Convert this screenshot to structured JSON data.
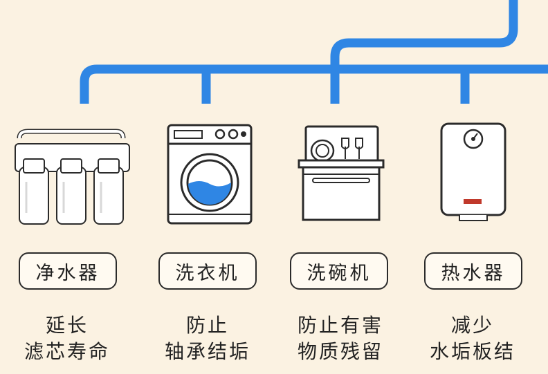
{
  "colors": {
    "pipe": "#2f86e4",
    "background": "#fbf2e2",
    "outline": "#2b2b2b"
  },
  "appliances": [
    {
      "name": "净水器",
      "icon": "water-purifier-icon",
      "benefit": [
        "延长",
        "滤芯寿命"
      ]
    },
    {
      "name": "洗衣机",
      "icon": "washing-machine-icon",
      "benefit": [
        "防止",
        "轴承结垢"
      ]
    },
    {
      "name": "洗碗机",
      "icon": "dishwasher-icon",
      "benefit": [
        "防止有害",
        "物质残留"
      ]
    },
    {
      "name": "热水器",
      "icon": "water-heater-icon",
      "benefit": [
        "减少",
        "水垢板结"
      ]
    }
  ]
}
